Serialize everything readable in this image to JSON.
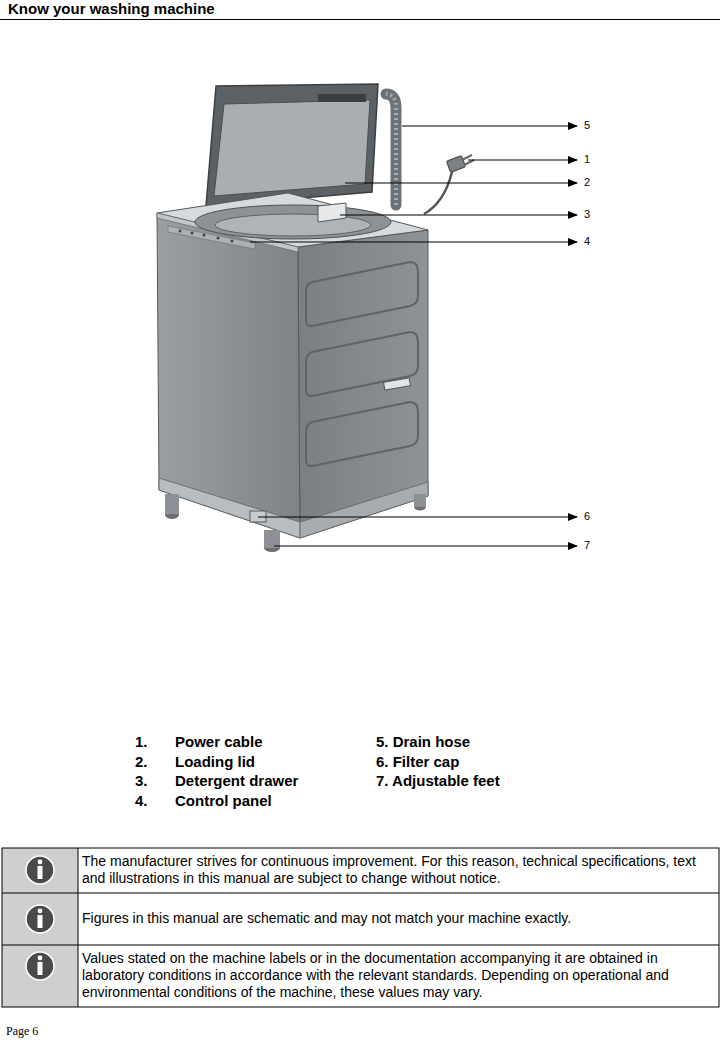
{
  "diagram": {
    "title": "Know your washing machine",
    "labels": [
      "5",
      "1",
      "2",
      "3",
      "4",
      "6",
      "7",
      "1.",
      "Power cable",
      "2.",
      "Loading lid",
      "3.",
      "Detergent drawer",
      "4.",
      "Control panel",
      "5. Drain hose",
      "6. Filter cap",
      "7. Adjustable feet",
      "The manufacturer strives for continuous improvement. For this reason, technical specifications, text and illustrations in this manual are subject to change without notice.",
      "Figures in this manual are schematic and may not match your machine exactly.",
      "Values stated on the machine labels or in the documentation accompanying it are obtained in laboratory conditions in accordance with the relevant standards. Depending on operational and environmental conditions of the machine, these values may vary.",
      "Page 6"
    ]
  }
}
